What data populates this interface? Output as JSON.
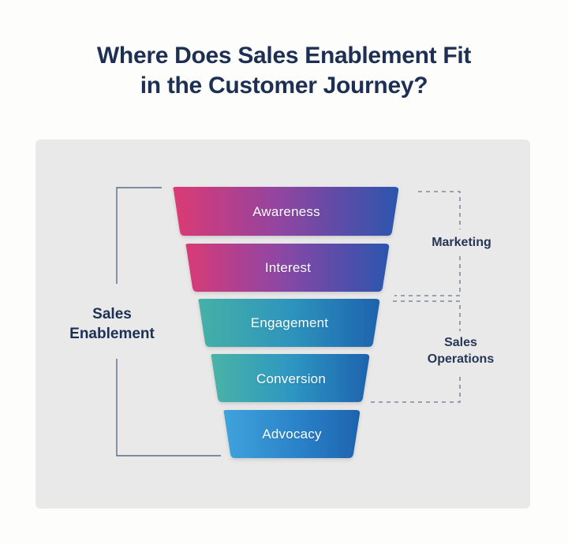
{
  "title": {
    "line1": "Where Does Sales Enablement Fit",
    "line2": "in the Customer Journey?"
  },
  "colors": {
    "background": "#fdfdfc",
    "panel": "#e9e9e9",
    "title_text": "#1d3054",
    "label_text": "#263655",
    "segment_text": "#ffffff",
    "bracket_line": "#5b6b85",
    "dashed_line": "#6b7585"
  },
  "left_group": {
    "label_line1": "Sales",
    "label_line2": "Enablement",
    "covers": [
      "Awareness",
      "Interest",
      "Engagement",
      "Conversion",
      "Advocacy"
    ]
  },
  "right_groups": [
    {
      "id": "marketing",
      "label_line1": "Marketing",
      "label_line2": "",
      "covers": [
        "Awareness",
        "Interest"
      ]
    },
    {
      "id": "sales-operations",
      "label_line1": "Sales",
      "label_line2": "Operations",
      "covers": [
        "Engagement",
        "Conversion",
        "Advocacy"
      ]
    }
  ],
  "chart_data": {
    "type": "funnel",
    "title": "Where Does Sales Enablement Fit in the Customer Journey?",
    "stages": [
      {
        "label": "Awareness",
        "order": 1,
        "gradient_from": "#dc3a72",
        "gradient_to": "#2b55ae",
        "relative_width": 1.0
      },
      {
        "label": "Interest",
        "order": 2,
        "gradient_from": "#d93a75",
        "gradient_to": "#2b55ae",
        "relative_width": 0.87
      },
      {
        "label": "Engagement",
        "order": 3,
        "gradient_from": "#45b1a6",
        "gradient_to": "#1e63ae",
        "relative_width": 0.73
      },
      {
        "label": "Conversion",
        "order": 4,
        "gradient_from": "#45b1a6",
        "gradient_to": "#1e63ae",
        "relative_width": 0.6
      },
      {
        "label": "Advocacy",
        "order": 5,
        "gradient_from": "#3fa3dc",
        "gradient_to": "#1e63ae",
        "relative_width": 0.46
      }
    ]
  }
}
